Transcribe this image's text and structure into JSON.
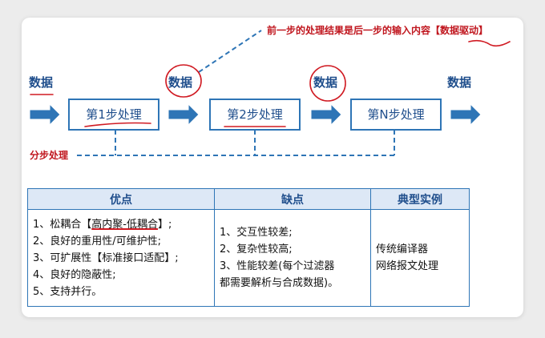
{
  "diagram": {
    "note": "前一步的处理结果是后一步的输入内容【数据驱动】",
    "data_labels": [
      "数据",
      "数据",
      "数据",
      "数据"
    ],
    "steps": [
      "第1步处理",
      "第2步处理",
      "第N步处理"
    ],
    "split_label": "分步处理",
    "colors": {
      "accent": "#2e75b6",
      "text": "#1f4e8c",
      "annotation": "#c0161e"
    }
  },
  "table": {
    "headers": [
      "优点",
      "缺点",
      "典型实例"
    ],
    "pros": {
      "p1_before": "1、松耦合【",
      "p1_mark": "高内聚-低耦合",
      "p1_after": "】;",
      "items": [
        "2、良好的重用性/可维护性;",
        "3、可扩展性【标准接口适配】;",
        "4、良好的隐蔽性;",
        "5、支持并行。"
      ]
    },
    "cons": [
      "1、交互性较差;",
      "2、复杂性较高;",
      "3、性能较差(每个过滤器",
      "都需要解析与合成数据)。"
    ],
    "examples": [
      "传统编译器",
      "网络报文处理"
    ]
  }
}
